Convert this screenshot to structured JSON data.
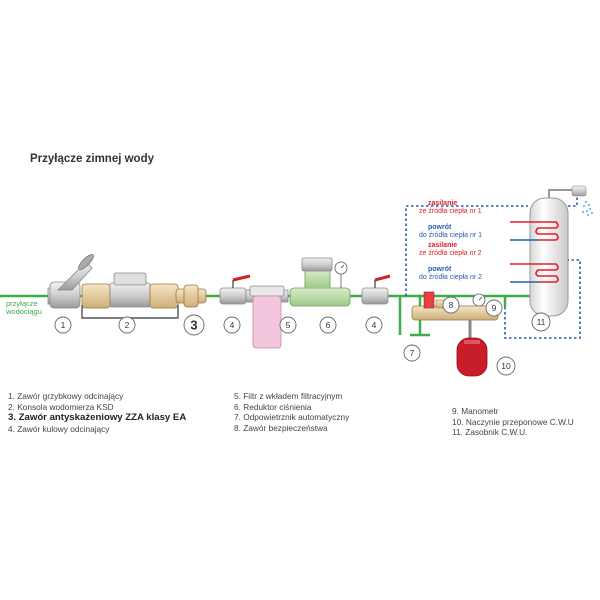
{
  "title": "Przyłącze zimnej wody",
  "inlet_label": [
    "przyłącze",
    "wodociągu"
  ],
  "numbers": [
    "1",
    "2",
    "3",
    "4",
    "5",
    "6",
    "4",
    "7",
    "8",
    "9",
    "10",
    "11"
  ],
  "boiler_labels": [
    {
      "line1": "zasilanie",
      "line2": "ze źródła ciepła nr 1",
      "color": "#e0202a"
    },
    {
      "line1": "powrót",
      "line2": "do źródła ciepła nr 1",
      "color": "#2a5db0"
    },
    {
      "line1": "zasilanie",
      "line2": "ze źródła ciepła nr 2",
      "color": "#e0202a"
    },
    {
      "line1": "powrót",
      "line2": "do źródła ciepła nr 2",
      "color": "#2a5db0"
    }
  ],
  "legend_col1": [
    "1.  Zawór grzybkowy odcinający",
    "2.  Konsola wodomierza KSD",
    "3. Zawór antyskażeniowy ZZA klasy EA",
    "4.  Zawór kulowy odcinający"
  ],
  "legend_col2": [
    "5.  Filtr z wkładem filtracyjnym",
    "6.  Reduktor ciśnienia",
    "7.  Odpowietrznik automatyczny",
    "8.  Zawór bezpieczeństwa"
  ],
  "legend_col3": [
    "9.  Manometr",
    "10.  Naczynie przeponowe C.W.U",
    "11.  Zasobnik C.W.U."
  ],
  "colors": {
    "pipe_green": "#3cae47",
    "supply_red": "#e0202a",
    "return_blue": "#2a5db0",
    "filter_pink": "#f3c6dd",
    "vessel_red": "#c81e2a",
    "brass": "#e6cfa4"
  }
}
